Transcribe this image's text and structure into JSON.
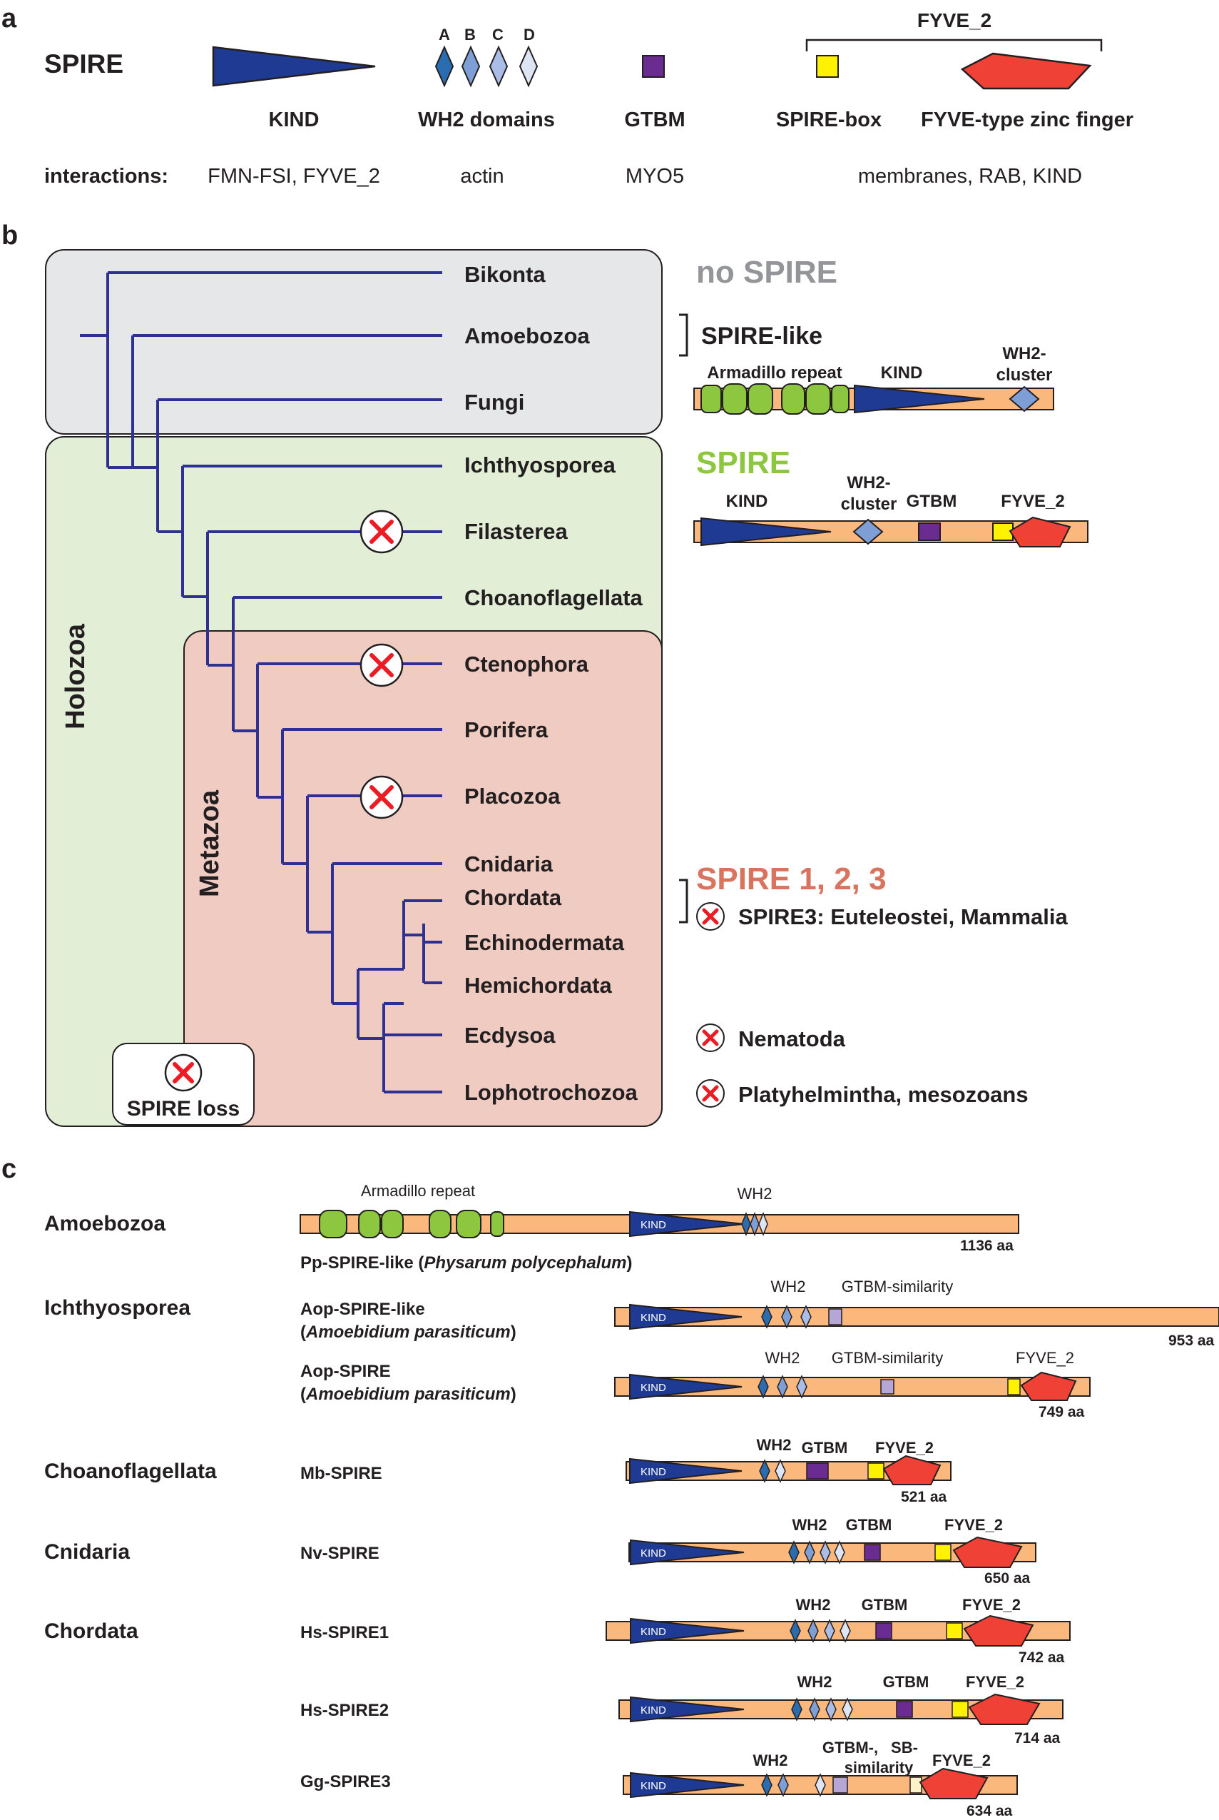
{
  "colors": {
    "kind": "#1f3a93",
    "wh2_a": "#2a6cb0",
    "wh2_b": "#7d9fd6",
    "wh2_c": "#a9bde6",
    "wh2_d": "#dde5f5",
    "gtbm": "#6b2c91",
    "gtbm_light": "#b6a6d6",
    "spire_box": "#fff200",
    "fyve": "#ef4136",
    "protein_bar": "#fbb87d",
    "armadillo": "#8dc63f",
    "tree": "#2e3192",
    "bg_no_spire": "#e6e7e8",
    "bg_holozoa": "#e2efd6",
    "bg_metazoa": "#efcbc2",
    "no_spire_label": "#939598",
    "spire_label": "#8dc63f",
    "spire123_label": "#d9735e",
    "loss_x": "#ed1c24"
  },
  "panel_a": {
    "letter": "a",
    "title": "SPIRE",
    "wh2_letters": [
      "A",
      "B",
      "C",
      "D"
    ],
    "fyve2_bracket": "FYVE_2",
    "domains": [
      "KIND",
      "WH2 domains",
      "GTBM",
      "SPIRE-box",
      "FYVE-type zinc finger"
    ],
    "interactions_label": "interactions:",
    "interactions": [
      "FMN-FSI, FYVE_2",
      "actin",
      "MYO5",
      "membranes, RAB, KIND"
    ]
  },
  "panel_b": {
    "letter": "b",
    "taxa": [
      "Bikonta",
      "Amoebozoa",
      "Fungi",
      "Ichthyosporea",
      "Filasterea",
      "Choanoflagellata",
      "Ctenophora",
      "Porifera",
      "Placozoa",
      "Cnidaria",
      "Chordata",
      "Echinodermata",
      "Hemichordata",
      "Ecdysoa",
      "Lophotrochozoa"
    ],
    "group_holozoa": "Holozoa",
    "group_metazoa": "Metazoa",
    "no_spire": "no SPIRE",
    "spire_like": "SPIRE-like",
    "spire_like_domains": {
      "armadillo": "Armadillo repeat",
      "kind": "KIND",
      "wh2_line1": "WH2-",
      "wh2_line2": "cluster"
    },
    "spire": "SPIRE",
    "spire_domains": {
      "kind": "KIND",
      "wh2_line1": "WH2-",
      "wh2_line2": "cluster",
      "gtbm": "GTBM",
      "fyve": "FYVE_2"
    },
    "spire123": "SPIRE 1, 2, 3",
    "losses": [
      "SPIRE3: Euteleostei, Mammalia",
      "Nematoda",
      "Platyhelmintha, mesozoans"
    ],
    "spire_loss": "SPIRE loss"
  },
  "panel_c": {
    "letter": "c",
    "groups": [
      "Amoebozoa",
      "Ichthyosporea",
      "Choanoflagellata",
      "Cnidaria",
      "Chordata"
    ],
    "kind_inner": "KIND",
    "proteins": [
      {
        "name": "Pp-SPIRE-like (",
        "species": "Physarum polycephalum",
        "close": ")",
        "length": "1136 aa",
        "labels": [
          "Armadillo repeat",
          "WH2"
        ]
      },
      {
        "name": "Aop-SPIRE-like",
        "name2": "(",
        "species": "Amoebidium parasiticum",
        "close": ")",
        "length": "953 aa",
        "labels": [
          "WH2",
          "GTBM-similarity"
        ]
      },
      {
        "name": "Aop-SPIRE",
        "name2": "(",
        "species": "Amoebidium parasiticum",
        "close": ")",
        "length": "749 aa",
        "labels": [
          "WH2",
          "GTBM-similarity",
          "FYVE_2"
        ]
      },
      {
        "name": "Mb-SPIRE",
        "length": "521 aa",
        "labels": [
          "WH2",
          "GTBM",
          "FYVE_2"
        ]
      },
      {
        "name": "Nv-SPIRE",
        "length": "650 aa",
        "labels": [
          "WH2",
          "GTBM",
          "FYVE_2"
        ]
      },
      {
        "name": "Hs-SPIRE1",
        "length": "742 aa",
        "labels": [
          "WH2",
          "GTBM",
          "FYVE_2"
        ]
      },
      {
        "name": "Hs-SPIRE2",
        "length": "714 aa",
        "labels": [
          "WH2",
          "GTBM",
          "FYVE_2"
        ]
      },
      {
        "name": "Gg-SPIRE3",
        "length": "634 aa",
        "labels": [
          "WH2",
          "GTBM-,",
          "SB-",
          "similarity",
          "FYVE_2"
        ]
      }
    ]
  }
}
